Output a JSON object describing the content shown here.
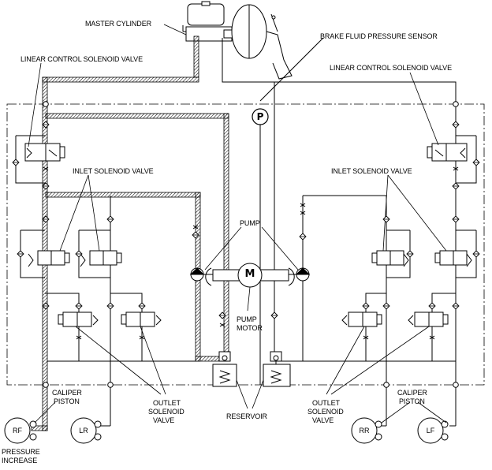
{
  "labels": {
    "master_cylinder": "MASTER CYLINDER",
    "brake_fluid_pressure_sensor": "BRAKE FLUID PRESSURE SENSOR",
    "linear_control_left": "LINEAR CONTROL SOLENOID VALVE",
    "linear_control_right": "LINEAR CONTROL SOLENOID VALVE",
    "inlet_left": "INLET SOLENOID VALVE",
    "inlet_right": "INLET SOLENOID VALVE",
    "pump": "PUMP",
    "pump_motor_line1": "PUMP",
    "pump_motor_line2": "MOTOR",
    "caliper_left_line1": "CALIPER",
    "caliper_left_line2": "PISTON",
    "caliper_right_line1": "CALIPER",
    "caliper_right_line2": "PISTON",
    "outlet_left_line1": "OUTLET",
    "outlet_left_line2": "SOLENOID",
    "outlet_left_line3": "VALVE",
    "outlet_right_line1": "OUTLET",
    "outlet_right_line2": "SOLENOID",
    "outlet_right_line3": "VALVE",
    "reservoir": "RESERVOIR",
    "pressure_increase_line1": "PRESSURE",
    "pressure_increase_line2": "INCREASE"
  },
  "symbols": {
    "pressure_sensor": "P",
    "motor": "M"
  },
  "wheels": {
    "rf": "RF",
    "lr": "LR",
    "rr": "RR",
    "lf": "LF"
  }
}
